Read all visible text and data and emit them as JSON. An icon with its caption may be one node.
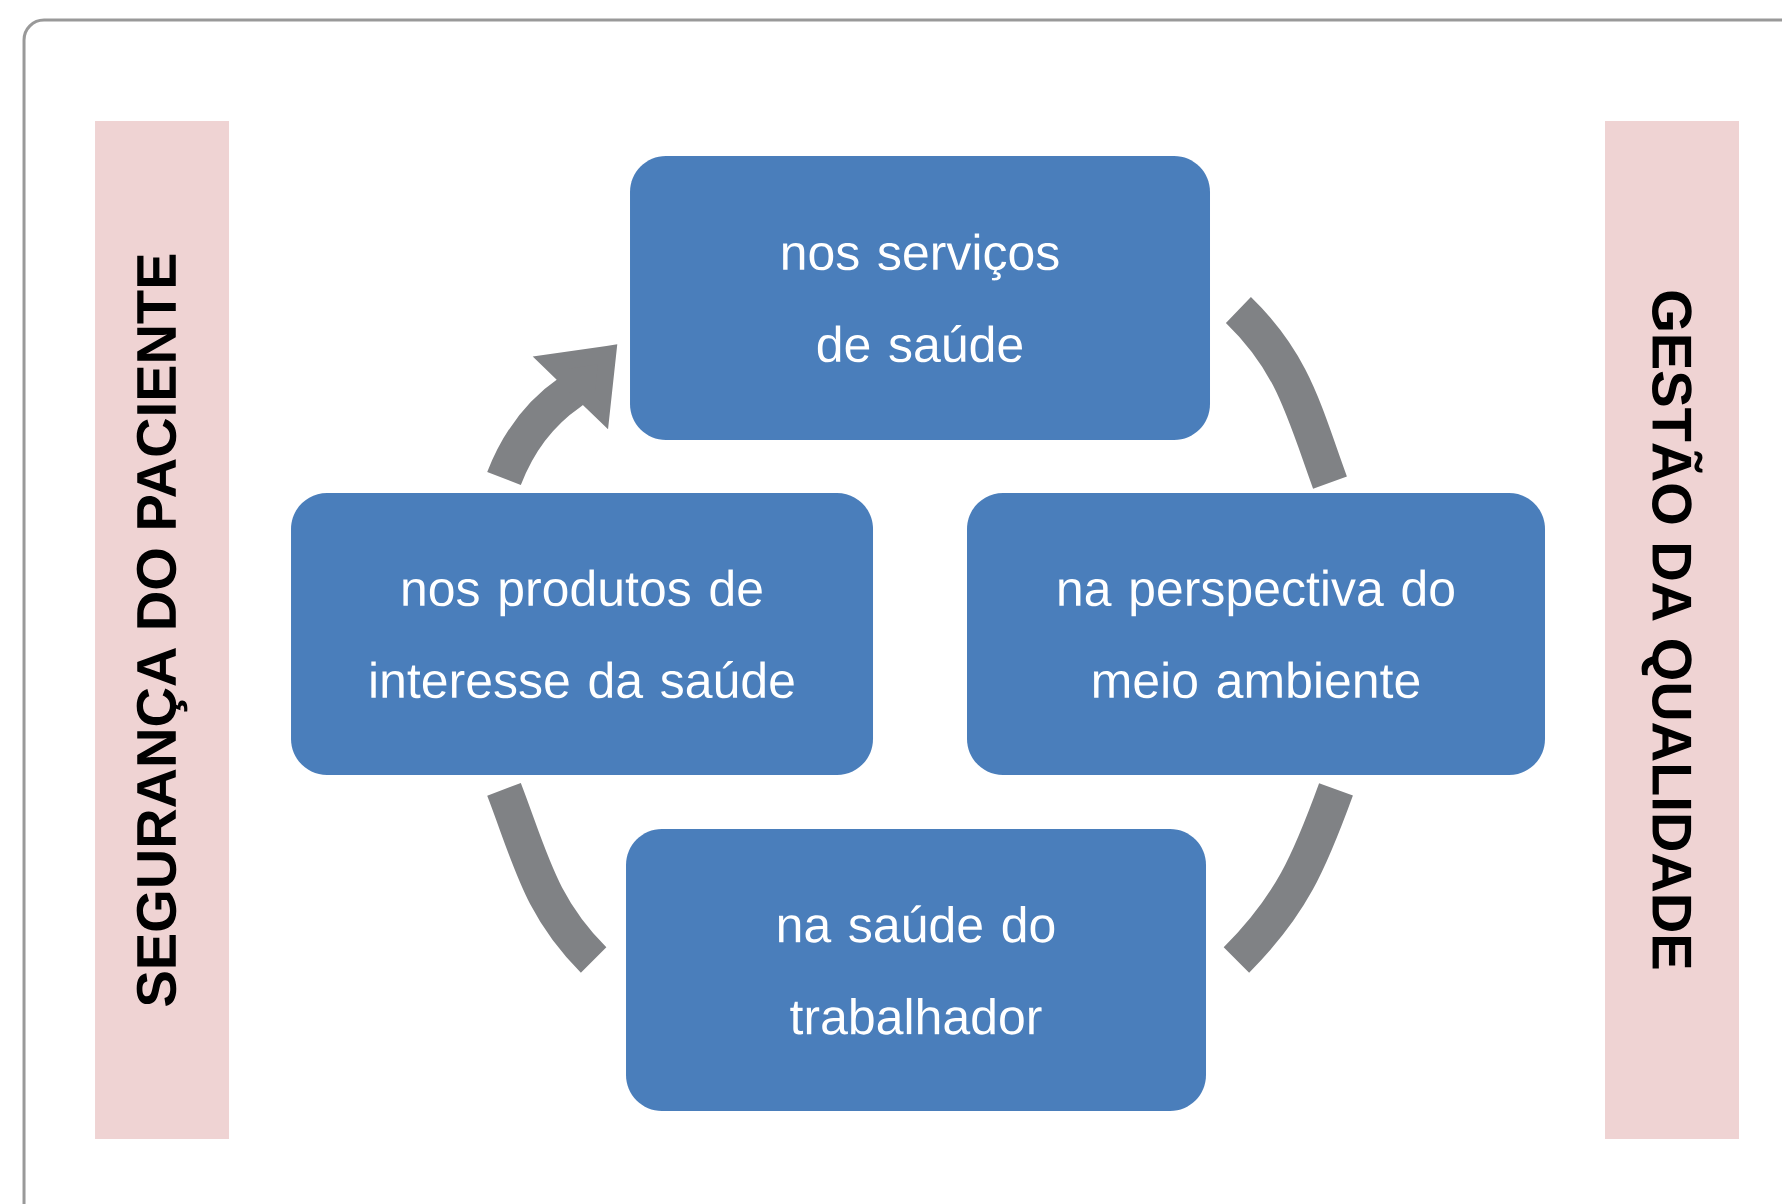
{
  "diagram": {
    "nodes": [
      {
        "text": [
          "SEGURANÇA DO PACIENTE"
        ]
      },
      {
        "text": [
          "nos serviços de saúde"
        ]
      },
      {
        "text": [
          "na perspectiva do meio ambiente"
        ]
      },
      {
        "text": [
          "na saúde do trabalhador"
        ]
      },
      {
        "text": [
          "nos produtos de interesse da saúde"
        ]
      },
      {
        "text": [
          "GESTÃO DA QUALIDADE"
        ]
      }
    ],
    "edges": [
      {
        "from": 1,
        "to": 2,
        "arrow": "none"
      },
      {
        "from": 2,
        "to": 3,
        "arrow": "none"
      },
      {
        "from": 3,
        "to": 4,
        "arrow": "none"
      },
      {
        "from": 4,
        "to": 1,
        "arrow": "to"
      }
    ]
  }
}
